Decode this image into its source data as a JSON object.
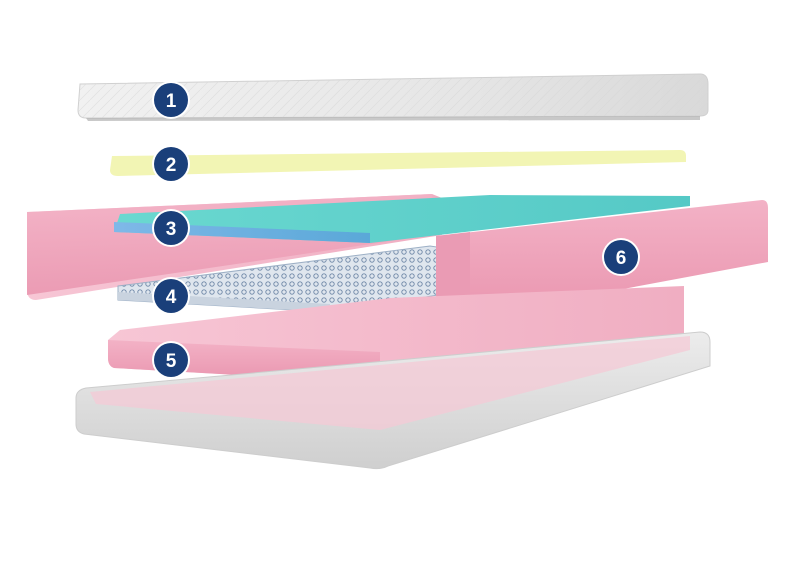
{
  "diagram": {
    "colors": {
      "cover": "#e9e9e9",
      "cover_edge": "#cfcfcf",
      "comfort_layer": "#f2f5b4",
      "cool_layer": "#5fd3cf",
      "spring_layer": "#dfe7f0",
      "support_foam": "#f0a5bd",
      "badge": "#1a3f7a"
    },
    "layers": [
      {
        "number": "1",
        "icon": "quilted-cover-icon"
      },
      {
        "number": "2",
        "icon": "comfort-foam-icon"
      },
      {
        "number": "3",
        "icon": "cooling-foam-icon"
      },
      {
        "number": "4",
        "icon": "pocket-springs-icon"
      },
      {
        "number": "5",
        "icon": "base-foam-icon"
      },
      {
        "number": "6",
        "icon": "edge-support-icon"
      }
    ]
  }
}
